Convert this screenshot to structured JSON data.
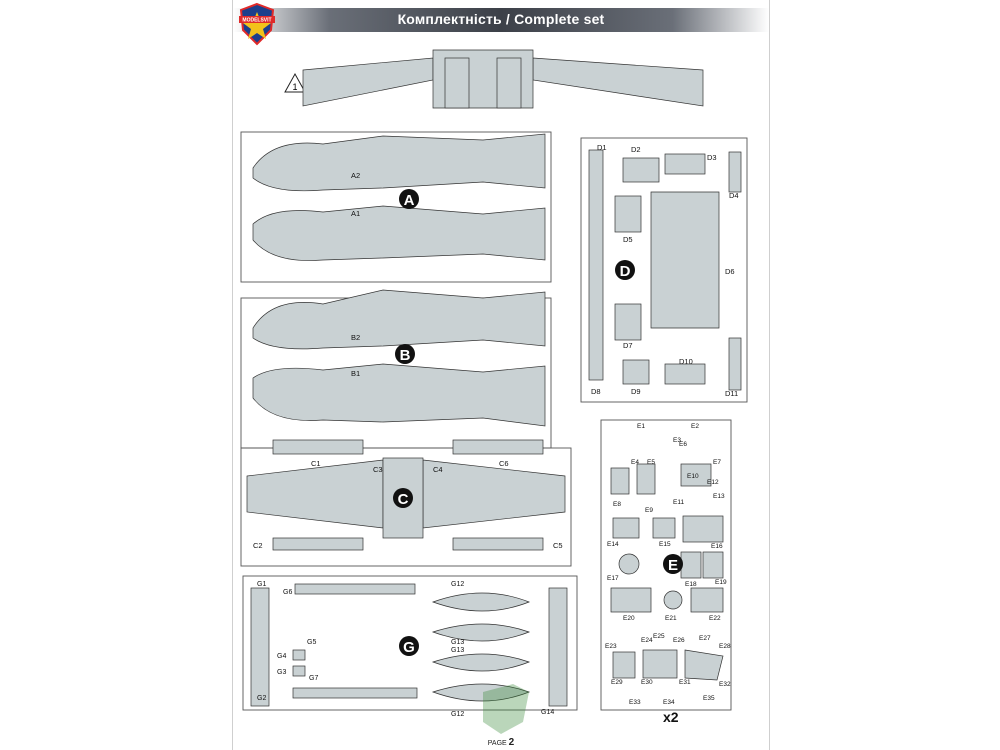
{
  "header": {
    "title": "Комплектність / Complete set"
  },
  "logo": {
    "text": "MODELSVIT"
  },
  "footer": {
    "page_label": "PAGE",
    "page_number": "2"
  },
  "note": {
    "number": "1"
  },
  "colors": {
    "part_fill": "#c9d1d3",
    "line": "#333333",
    "header_dark": "#3c4048"
  },
  "sprues": [
    {
      "letter": "A",
      "parts": [
        "A2",
        "A1"
      ]
    },
    {
      "letter": "B",
      "parts": [
        "B2",
        "B1"
      ]
    },
    {
      "letter": "C",
      "parts": [
        "C1",
        "C3",
        "C4",
        "C6",
        "C2",
        "C5"
      ]
    },
    {
      "letter": "D",
      "parts": [
        "D1",
        "D2",
        "D3",
        "D4",
        "D5",
        "D6",
        "D7",
        "D8",
        "D9",
        "D10",
        "D11"
      ]
    },
    {
      "letter": "E",
      "parts": [
        "E1",
        "E2",
        "E3",
        "E4",
        "E5",
        "E6",
        "E7",
        "E8",
        "E9",
        "E10",
        "E11",
        "E12",
        "E13",
        "E14",
        "E15",
        "E16",
        "E17",
        "E18",
        "E19",
        "E20",
        "E21",
        "E22",
        "E23",
        "E24",
        "E25",
        "E26",
        "E27",
        "E28",
        "E29",
        "E30",
        "E31",
        "E32",
        "E33",
        "E34",
        "E35"
      ],
      "quantity": "x2"
    },
    {
      "letter": "G",
      "parts": [
        "G1",
        "G2",
        "G3",
        "G4",
        "G5",
        "G6",
        "G7",
        "G12",
        "G13",
        "G13",
        "G12",
        "G14"
      ]
    }
  ]
}
